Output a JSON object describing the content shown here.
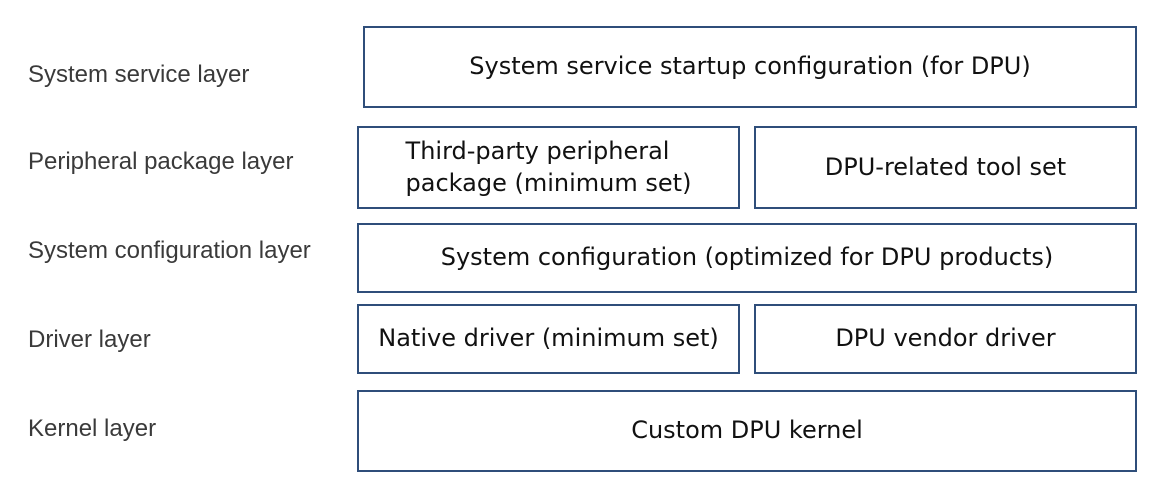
{
  "labels": {
    "system_service": "System service layer",
    "peripheral_package": "Peripheral package layer",
    "system_configuration": "System configuration layer",
    "driver": "Driver layer",
    "kernel": "Kernel layer"
  },
  "boxes": {
    "system_service_startup": "System service startup configuration (for DPU)",
    "third_party_peripheral": "Third-party peripheral\npackage (minimum set)",
    "dpu_tool_set": "DPU-related tool set",
    "system_configuration": "System configuration (optimized for DPU products)",
    "native_driver": "Native driver (minimum set)",
    "dpu_vendor_driver": "DPU vendor driver",
    "custom_kernel": "Custom DPU kernel"
  },
  "colors": {
    "box_border": "#2f4e7a",
    "label_text": "#3a3a3a",
    "box_text": "#111111"
  }
}
